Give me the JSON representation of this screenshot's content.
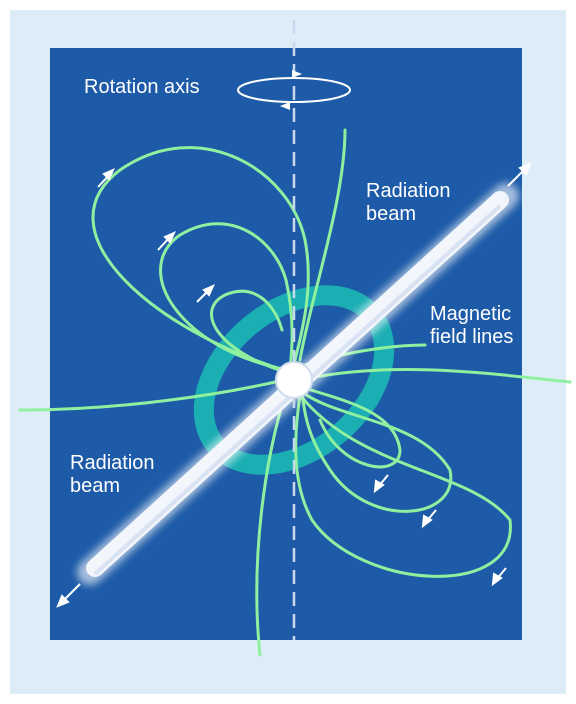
{
  "labels": {
    "rotation_axis": "Rotation axis",
    "beam_top_line1": "Radiation",
    "beam_top_line2": "beam",
    "magnetic_line1": "Magnetic",
    "magnetic_line2": "field lines",
    "beam_bottom_line1": "Radiation",
    "beam_bottom_line2": "beam"
  },
  "colors": {
    "background_frame": "#dcedf8",
    "panel": "#1d5ba8",
    "field_lines": "#8ff0a0",
    "ring": "#1bb3b3",
    "beam": "#ffffff",
    "axis": "#c8d8ee"
  }
}
